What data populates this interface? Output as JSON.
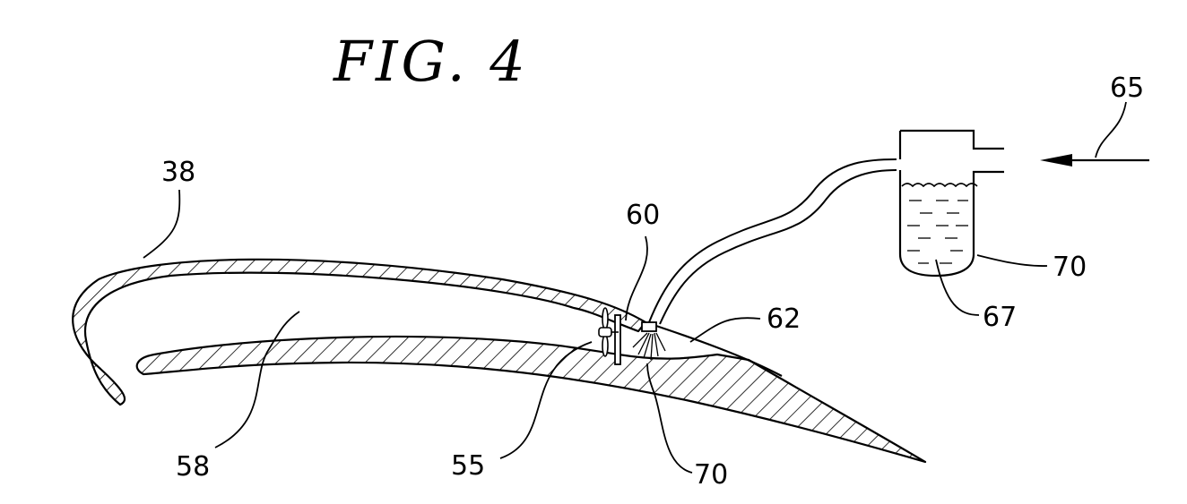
{
  "figure": {
    "title": "FIG. 4",
    "labels": {
      "airfoil": "38",
      "cavity": "58",
      "turbine": "55",
      "nozzle_mount": "60",
      "spray_nozzle": "62",
      "air_inlet": "65",
      "reservoir": "67",
      "fluid_in_reservoir": "70",
      "fluid_spray": "70"
    }
  }
}
